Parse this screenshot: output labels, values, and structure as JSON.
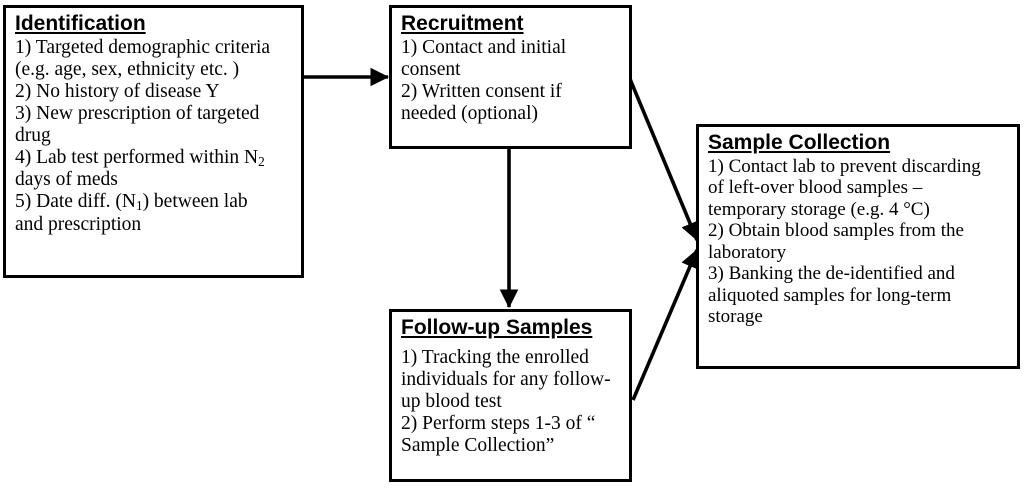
{
  "diagram": {
    "title": "Biospecimen study workflow flowchart",
    "background_color": "#ffffff",
    "line_color": "#000000",
    "nodes": [
      {
        "id": "identification",
        "title": "Identification",
        "lines": [
          "1) Targeted demographic criteria",
          "(e.g. age, sex, ethnicity etc. )",
          "2) No history of disease Y",
          "3) New prescription of targeted",
          "drug",
          "4) Lab test performed within N₂",
          "days of meds",
          "5) Date diff. (N₁) between lab",
          "and prescription"
        ]
      },
      {
        "id": "recruitment",
        "title": "Recruitment",
        "lines": [
          "1) Contact and initial",
          "consent",
          "2) Written consent if",
          "needed (optional)"
        ]
      },
      {
        "id": "sample-collection",
        "title": "Sample Collection",
        "lines": [
          "1) Contact lab to prevent discarding",
          "of left-over blood samples –",
          "temporary storage (e.g. 4 °C)",
          "2) Obtain blood samples from the",
          "laboratory",
          "3) Banking the de-identified and",
          "aliquoted samples for long-term",
          "storage"
        ]
      },
      {
        "id": "followup",
        "title": "Follow-up Samples",
        "lines": [
          "1) Tracking the enrolled",
          "individuals for any follow-",
          "up blood test",
          "2) Perform steps 1-3 of “",
          "Sample Collection”"
        ]
      }
    ],
    "connectors": [
      {
        "id": "identification-to-recruitment",
        "from": "identification",
        "to": "recruitment",
        "style": "horizontal-arrow"
      },
      {
        "id": "recruitment-to-sample-collection",
        "from": "recruitment",
        "to": "sample-collection",
        "style": "diagonal-arrow-down"
      },
      {
        "id": "recruitment-to-followup",
        "from": "recruitment",
        "to": "followup",
        "style": "vertical-arrow-down"
      },
      {
        "id": "followup-to-sample-collection",
        "from": "followup",
        "to": "sample-collection",
        "style": "diagonal-arrow-up"
      }
    ]
  }
}
